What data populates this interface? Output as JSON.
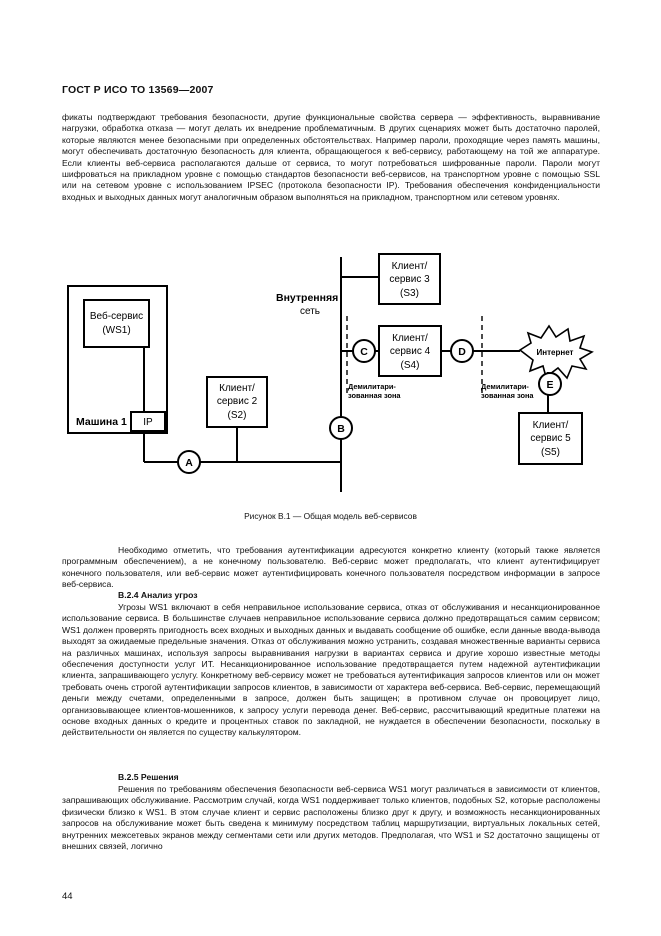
{
  "header": "ГОСТ Р ИСО ТО 13569—2007",
  "para1": "фикаты подтверждают требования безопасности, другие функциональные свойства сервера — эффективность, выравнивание нагрузки, обработка отказа — могут делать их внедрение проблематичным. В других сценариях может быть достаточно паролей, которые являются менее безопасными при определенных обстоятельствах. Например пароли, проходящие через память машины, могут обеспечивать достаточную безопасность для клиента, обращающегося к веб-сервису, работающему на той же аппаратуре. Если клиенты веб-сервиса располагаются дальше от сервиса, то могут потребоваться шифрованные пароли. Пароли могут шифроваться на прикладном уровне с помощью стандартов безопасности веб-сервисов, на транспортном уровне с помощью SSL или на сетевом уровне с использованием IPSEC (протокола безопасности IP). Требования обеспечения конфиденциальности входных и выходных данных могут аналогичным образом выполняться на прикладном, транспортном или сетевом уровнях.",
  "diagram": {
    "ws1_l1": "Веб-сервис",
    "ws1_l2": "(WS1)",
    "machine": "Машина 1",
    "ip": "IP",
    "s2_l1": "Клиент/",
    "s2_l2": "сервис 2",
    "s2_l3": "(S2)",
    "s3_l1": "Клиент/",
    "s3_l2": "сервис 3",
    "s3_l3": "(S3)",
    "s4_l1": "Клиент/",
    "s4_l2": "сервис 4",
    "s4_l3": "(S4)",
    "s5_l1": "Клиент/",
    "s5_l2": "сервис 5",
    "s5_l3": "(S5)",
    "internal_l1": "Внутренняя",
    "internal_l2": "сеть",
    "dmz1_l1": "Демилитари-",
    "dmz1_l2": "зованная зона",
    "dmz2_l1": "Демилитари-",
    "dmz2_l2": "зованная зона",
    "internet": "Интернет",
    "A": "A",
    "B": "B",
    "C": "C",
    "D": "D",
    "E": "E"
  },
  "caption": "Рисунок В.1 — Общая модель веб-сервисов",
  "para2": "Необходимо отметить, что требования аутентификации адресуются конкретно клиенту (который также является программным обеспечением), а не конечному пользователю. Веб-сервис может предполагать, что клиент аутентифицирует конечного пользователя, или веб-сервис может аутентифицировать конечного пользователя посредством информации в запросе веб-сервиса.",
  "heading1": "В.2.4 Анализ угроз",
  "para3": "Угрозы WS1 включают в себя неправильное использование сервиса, отказ от обслуживания и несанкционированное использование сервиса. В большинстве случаев неправильное использование сервиса должно предотвращаться самим сервисом; WS1 должен проверять пригодность всех входных и выходных данных и выдавать сообщение об ошибке, если данные ввода-вывода выходят за ожидаемые предельные значения. Отказ от обслуживания можно устранить, создавая множественные варианты сервиса на различных машинах, используя запросы выравнивания нагрузки в вариантах сервиса и другие хорошо известные методы обеспечения доступности услуг ИТ. Несанкционированное использование предотвращается путем надежной аутентификации клиента, запрашивающего услугу. Конкретному веб-сервису может не требоваться аутентификация запросов клиентов или он может требовать очень строгой аутентификации запросов клиентов, в зависимости от характера веб-сервиса. Веб-сервис, перемещающий деньги между счетами, определенными в запросе, должен быть защищен; в противном случае он провоцирует лицо, организовывающее клиентов-мошенников, к запросу услуги перевода денег. Веб-сервис, рассчитывающий кредитные платежи на основе входных данных о кредите и процентных ставок по закладной, не нуждается в обеспечении безопасности, поскольку в действительности он является по существу калькулятором.",
  "heading2": "В.2.5 Решения",
  "para4": "Решения по требованиям обеспечения безопасности веб-сервиса WS1 могут различаться в зависимости от клиентов, запрашивающих обслуживание. Рассмотрим случай, когда WS1 поддерживает только клиентов, подобных S2, которые расположены физически близко к WS1. В этом случае клиент и сервис расположены близко друг к другу, и возможность несанкционированных запросов на обслуживание может быть сведена к минимуму посредством таблиц маршрутизации, виртуальных локальных сетей, внутренних межсетевых экранов между сегментами сети или других методов. Предполагая, что WS1 и S2 достаточно защищены от внешних связей, логично",
  "page_number": "44"
}
